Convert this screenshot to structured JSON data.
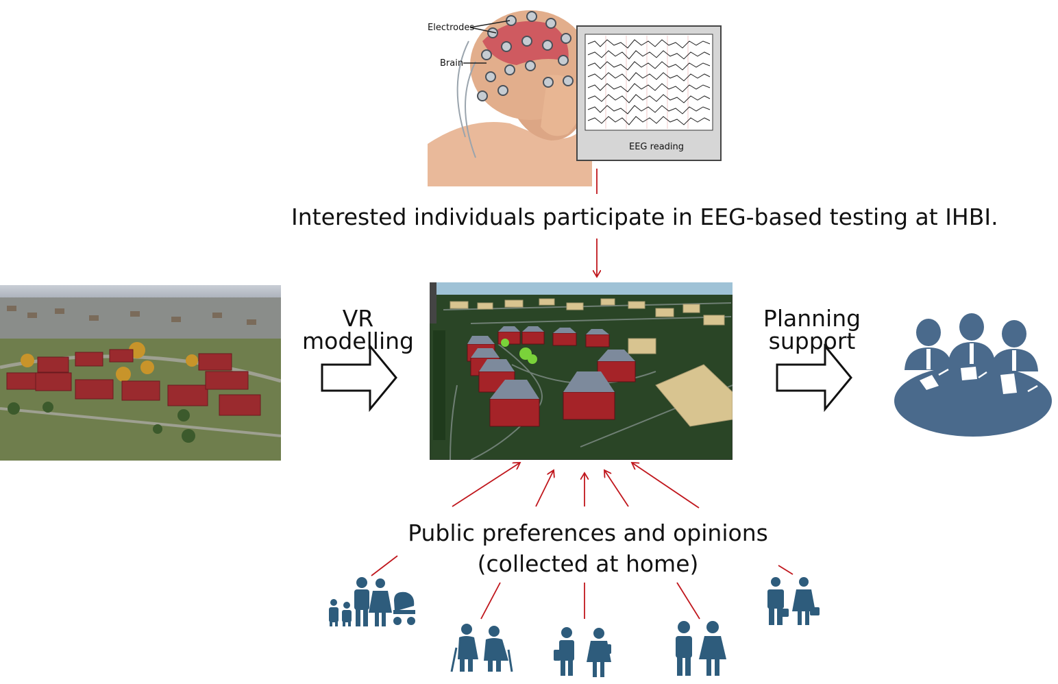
{
  "eeg": {
    "electrodes_label": "Electrodes",
    "brain_label": "Brain",
    "reading_label": "EEG reading"
  },
  "steps": {
    "eeg_testing": "Interested individuals participate in EEG-based testing at IHBI.",
    "vr_modelling_line1": "VR",
    "vr_modelling_line2": "modelling",
    "planning_support_line1": "Planning",
    "planning_support_line2": "support",
    "public_line1": "Public preferences and opinions",
    "public_line2": "(collected at home)"
  },
  "colors": {
    "connector": "#c0161c",
    "people": "#2e5c7c",
    "table": "#4a6a8c",
    "grass": "#2b4a2b",
    "house_red": "#b3262e",
    "roof_grey": "#7d8a9c",
    "beige_building": "#d9c79a"
  },
  "icons": {
    "family": "family-with-stroller-icon",
    "elderly": "elderly-couple-icon",
    "students": "students-icon",
    "couple": "couple-icon",
    "workers": "business-people-icon",
    "meeting": "meeting-table-icon"
  }
}
